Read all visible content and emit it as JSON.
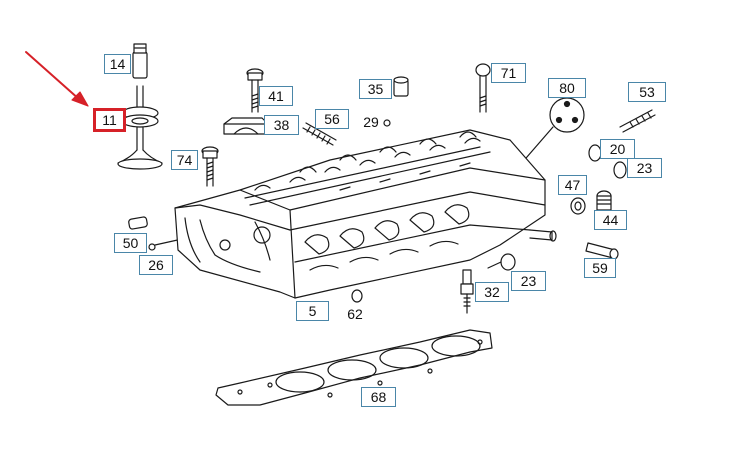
{
  "diagram": {
    "highlight_color": "#d62128",
    "label_border_color": "#4a86a8",
    "selected_part": "11",
    "labels": {
      "p14": "14",
      "p11": "11",
      "p74": "74",
      "p41": "41",
      "p38": "38",
      "p56": "56",
      "p35": "35",
      "p29": "29",
      "p71": "71",
      "p80": "80",
      "p53": "53",
      "p20": "20",
      "p23a": "23",
      "p47": "47",
      "p44": "44",
      "p50": "50",
      "p26": "26",
      "p59": "59",
      "p23b": "23",
      "p32": "32",
      "p5": "5",
      "p62": "62",
      "p68": "68"
    }
  }
}
